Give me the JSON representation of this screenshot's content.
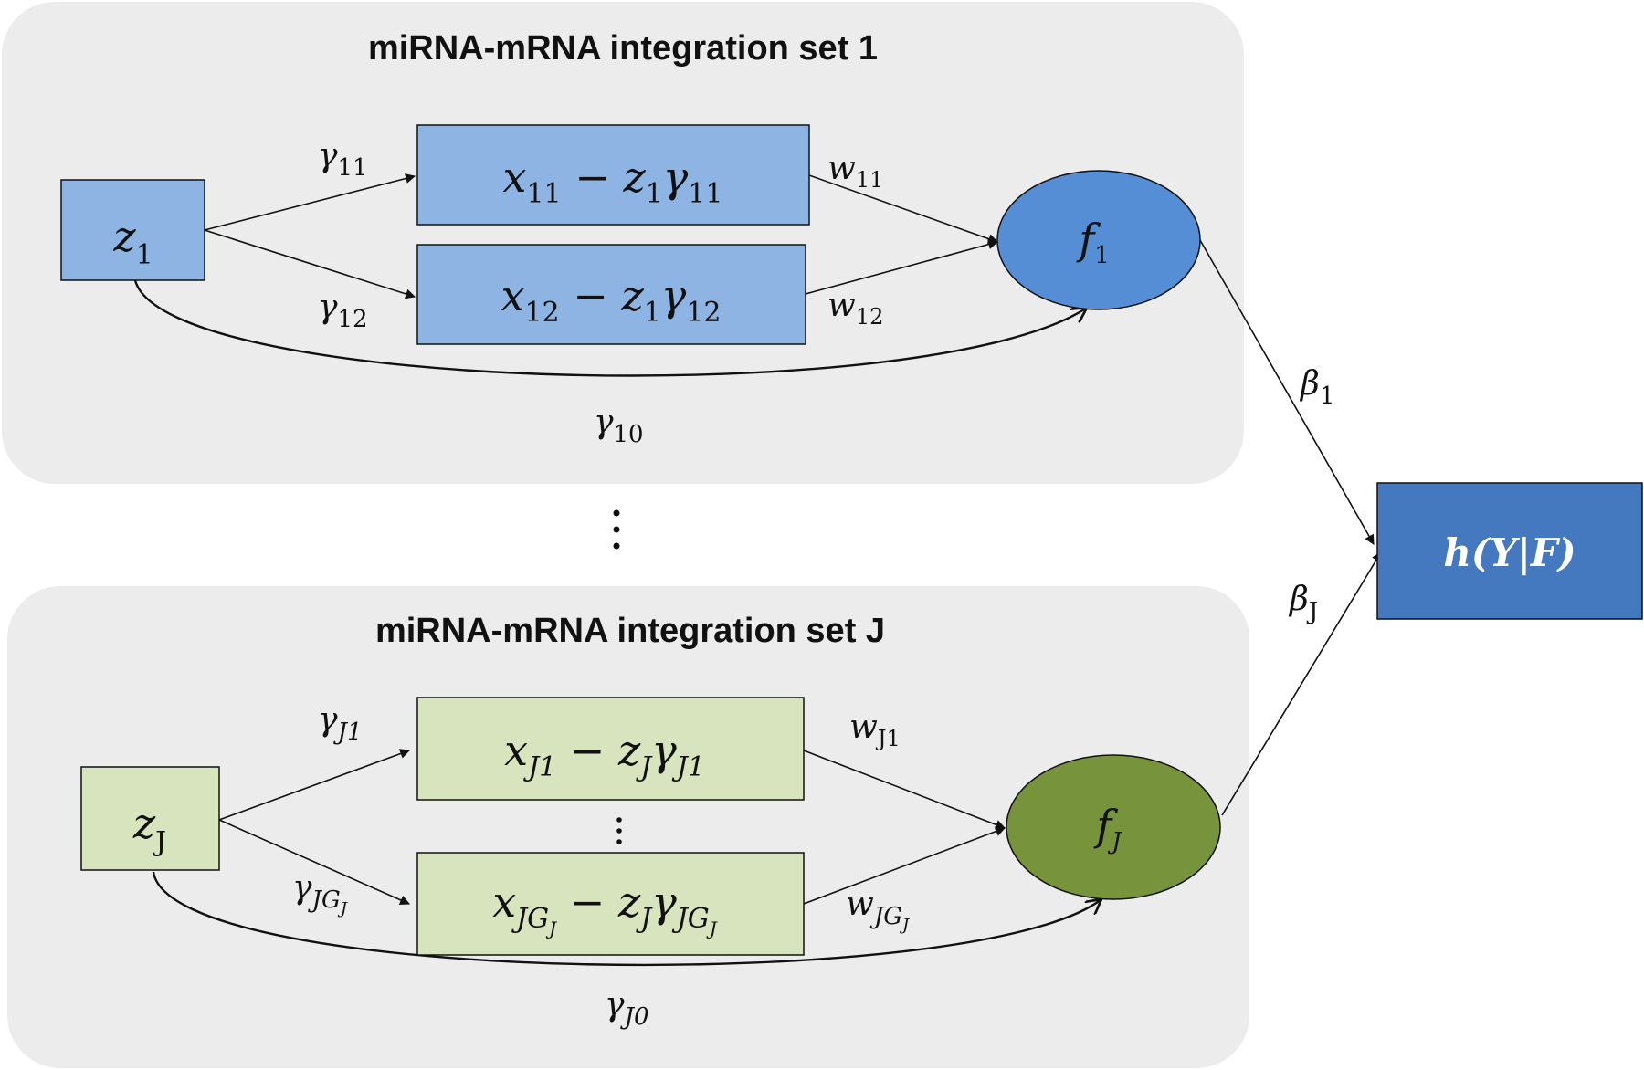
{
  "panels": [
    {
      "title": "miRNA-mRNA integration set 1"
    },
    {
      "title": "miRNA-mRNA integration set J"
    }
  ],
  "set1": {
    "z": {
      "base": "z",
      "sub": "1"
    },
    "x_rows": [
      {
        "x_sub": "11",
        "z_sub": "1",
        "g_sub": "11"
      },
      {
        "x_sub": "12",
        "z_sub": "1",
        "g_sub": "12"
      }
    ],
    "f": {
      "base": "f",
      "sub": "1"
    },
    "gammas": [
      {
        "base": "γ",
        "sub": "11"
      },
      {
        "base": "γ",
        "sub": "12"
      },
      {
        "base": "γ",
        "sub": "10"
      }
    ],
    "weights": [
      {
        "base": "w",
        "sub": "11"
      },
      {
        "base": "w",
        "sub": "12"
      }
    ]
  },
  "setJ": {
    "z": {
      "base": "z",
      "sub": "J"
    },
    "x_rows": [
      {
        "x_sub": "J1",
        "z_sub": "J",
        "g_sub": "J1"
      },
      {
        "x_sub": "JG",
        "x_subsub": "J",
        "z_sub": "J",
        "g_sub": "JG",
        "g_subsub": "J"
      }
    ],
    "f": {
      "base": "f",
      "sub": "J"
    },
    "gammas": [
      {
        "base": "γ",
        "sub": "J1"
      },
      {
        "base": "γ",
        "sub": "JG",
        "subsub": "J"
      },
      {
        "base": "γ",
        "sub": "J0"
      }
    ],
    "weights": [
      {
        "base": "w",
        "sub": "J1"
      },
      {
        "base": "w",
        "sub": "JG",
        "subsub": "J"
      }
    ]
  },
  "betas": [
    {
      "base": "β",
      "sub": "1"
    },
    {
      "base": "β",
      "sub": "J"
    }
  ],
  "output": {
    "text": "h(Y|F)"
  },
  "colors": {
    "panel_bg": "#ececec",
    "blue_box": "#8eb4e3",
    "blue_ellipse": "#558ed5",
    "output_box": "#4479bf",
    "green_box": "#d7e4bd",
    "green_ellipse": "#77933c",
    "stroke": "#111111"
  }
}
